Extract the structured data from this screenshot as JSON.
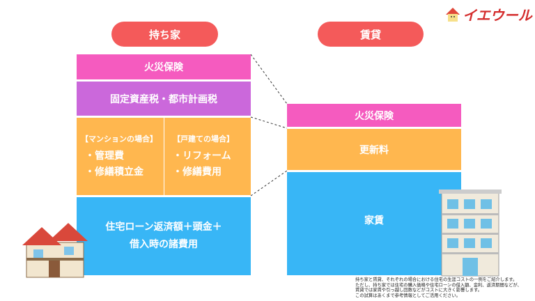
{
  "logo": {
    "text": "イエウール",
    "icon": "house-logo-icon"
  },
  "left": {
    "title": "持ち家",
    "fire": "火災保険",
    "tax": "固定資産税・都市計画税",
    "mansion": {
      "header": "【マンションの場合】",
      "items": [
        "・管理費",
        "・修繕積立金"
      ]
    },
    "house": {
      "header": "【戸建ての場合】",
      "items": [
        "・リフォーム",
        "・修繕費用"
      ]
    },
    "loan": [
      "住宅ローン返済額＋頭金＋",
      "借入時の諸費用"
    ]
  },
  "right": {
    "title": "賃貸",
    "fire": "火災保険",
    "renewal": "更新料",
    "rent": "家賃"
  },
  "note": [
    "持ち家と賃貸、それぞれの場合における住宅の生涯コストの一例をご紹介します。",
    "ただし、持ち家では住宅の購入価格や住宅ローンの借入額、金利、返済期間などが、",
    "賃貸では家賃や引っ越し回数などがコストに大きく影響します。",
    "この試算はあくまで参考情報としてご活用ください。"
  ],
  "colors": {
    "pill": "#f45a5a",
    "fire": "#f55bbf",
    "tax": "#cb68db",
    "orange": "#ffb74f",
    "blue": "#38b6f6"
  }
}
